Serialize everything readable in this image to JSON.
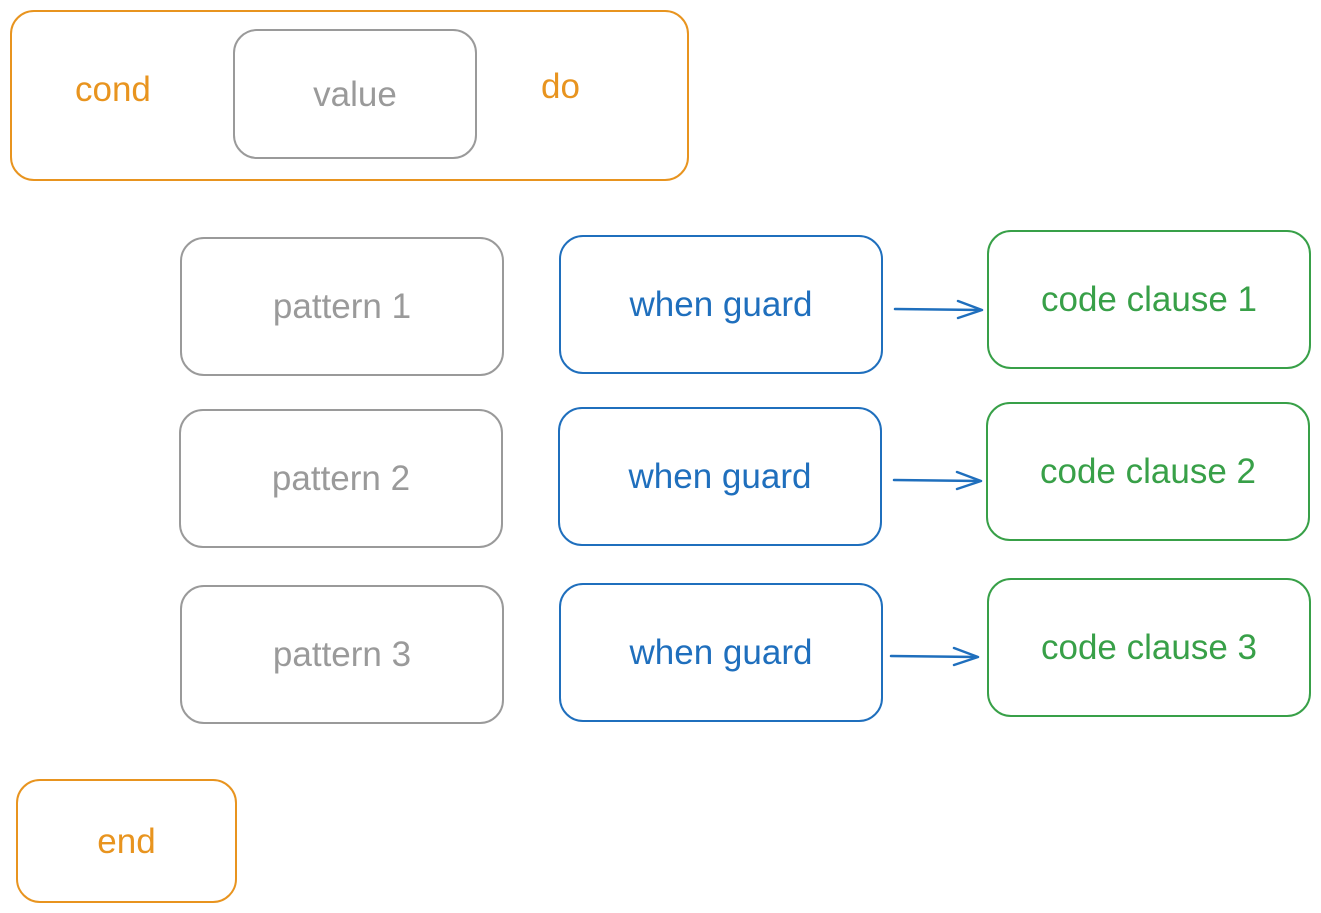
{
  "header": {
    "cond_label": "cond",
    "value_label": "value",
    "do_label": "do"
  },
  "clauses": [
    {
      "pattern": "pattern 1",
      "guard": "when guard",
      "code": "code clause 1"
    },
    {
      "pattern": "pattern 2",
      "guard": "when guard",
      "code": "code clause 2"
    },
    {
      "pattern": "pattern 3",
      "guard": "when guard",
      "code": "code clause 3"
    }
  ],
  "footer": {
    "end_label": "end"
  },
  "colors": {
    "keyword": "#e8941f",
    "pattern": "#9a9a9a",
    "guard": "#1f6fbd",
    "code": "#38a048"
  }
}
